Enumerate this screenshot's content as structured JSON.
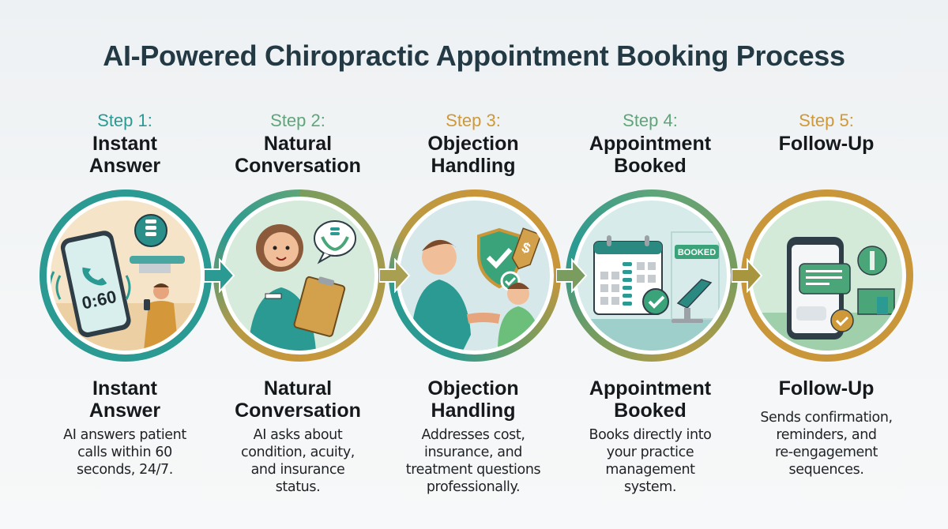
{
  "title": "AI-Powered Chiropractic Appointment Booking Process",
  "colors": {
    "teal": "#2a9a92",
    "green": "#5fa57a",
    "gold": "#cf9838",
    "title": "#233a44"
  },
  "steps": [
    {
      "number": "Step 1:",
      "number_color": "#2a9a92",
      "name_line1": "Instant",
      "name_line2": "Answer",
      "icon": "phone-call-icon",
      "phone_timer": "0:60",
      "desc_lines": [
        "AI answers patient",
        "calls within 60",
        "seconds, 24/7."
      ]
    },
    {
      "number": "Step 2:",
      "number_color": "#5fa57a",
      "name_line1": "Natural",
      "name_line2": "Conversation",
      "icon": "receptionist-clipboard-icon",
      "desc_lines": [
        "AI asks about",
        "condition, acuity,",
        "and insurance",
        "status."
      ]
    },
    {
      "number": "Step 3:",
      "number_color": "#cf9838",
      "name_line1": "Objection",
      "name_line2": "Handling",
      "icon": "handshake-shield-icon",
      "price_tag": "$",
      "desc_lines": [
        "Addresses cost,",
        "insurance, and",
        "treatment questions",
        "professionally."
      ]
    },
    {
      "number": "Step 4:",
      "number_color": "#5fa57a",
      "name_line1": "Appointment",
      "name_line2": "Booked",
      "icon": "calendar-check-icon",
      "badge": "BOOKED",
      "desc_lines": [
        "Books directly into",
        "your practice",
        "management",
        "system."
      ]
    },
    {
      "number": "Step 5:",
      "number_color": "#cf9838",
      "name_line1": "Follow-Up",
      "name_line2": "",
      "icon": "phone-message-icon",
      "desc_lines": [
        "Sends confirmation,",
        "reminders, and",
        "re-engagement",
        "sequences."
      ]
    }
  ]
}
